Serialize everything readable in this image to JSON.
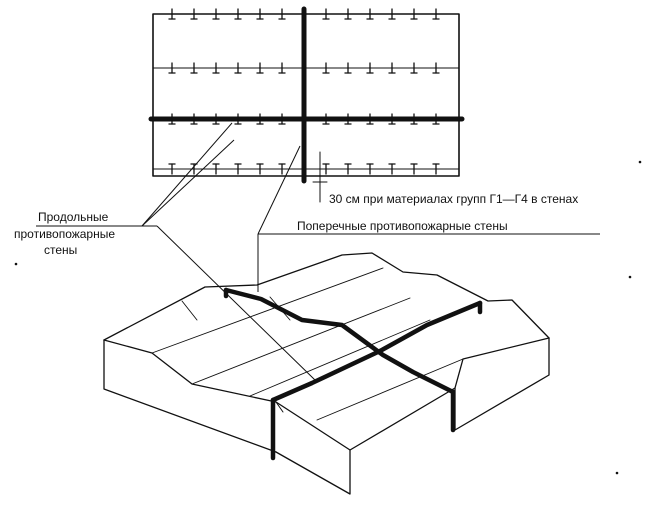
{
  "labels": {
    "longitudinal": [
      "Продольные",
      "противопожарные",
      "стены"
    ],
    "transverse": "Поперечные противопожарные стены",
    "note": "30 см при материалах групп Г1—Г4 в стенах"
  },
  "colors": {
    "ink": "#111111",
    "background": "#ffffff"
  }
}
